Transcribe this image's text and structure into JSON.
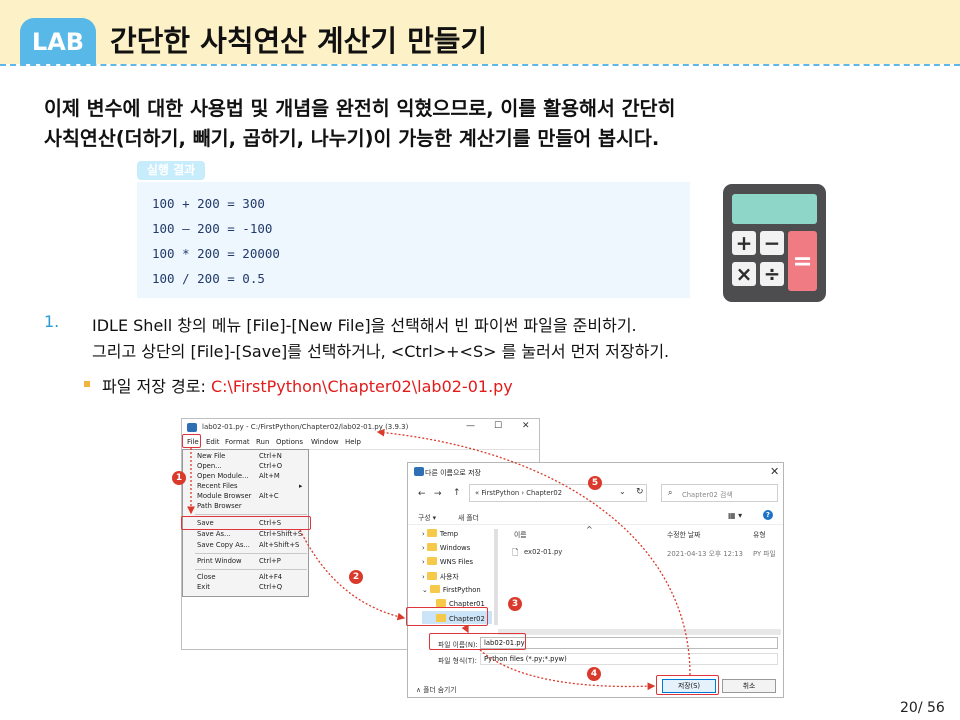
{
  "header": {
    "badge": "LAB",
    "title": "간단한 사칙연산 계산기 만들기"
  },
  "intro": {
    "line1": "이제 변수에 대한 사용법 및 개념을 완전히 익혔으므로, 이를 활용해서 간단히",
    "line2": "사칙연산(더하기, 빼기, 곱하기, 나누기)이 가능한 계산기를 만들어 봅시다."
  },
  "result": {
    "tag": "실행 결과",
    "lines": [
      "100 + 200 = 300",
      "100 – 200 = -100",
      "100 * 200 = 20000",
      "100 / 200 = 0.5"
    ]
  },
  "calculator": {
    "plus": "+",
    "minus": "−",
    "times": "×",
    "divide": "÷",
    "equals": "=",
    "screen_color": "#8dd6c8",
    "key_color": "#f07b83"
  },
  "step": {
    "num": "1.",
    "line1": "IDLE Shell 창의 메뉴 [File]-[New File]을 선택해서 빈 파이썬 파일을 준비하기.",
    "line2": "그리고 상단의 [File]-[Save]를 선택하거나, <Ctrl>+<S> 를 눌러서 먼저 저장하기.",
    "path_label": "파일 저장 경로: ",
    "path_value": "C:\\FirstPython\\Chapter02\\lab02-01.py"
  },
  "idle": {
    "title": "lab02-01.py - C:/FirstPython/Chapter02/lab02-01.py (3.9.3)",
    "min": "—",
    "max": "☐",
    "close": "✕",
    "menus": [
      "File",
      "Edit",
      "Format",
      "Run",
      "Options",
      "Window",
      "Help"
    ],
    "items": [
      {
        "label": "New File",
        "shortcut": "Ctrl+N"
      },
      {
        "label": "Open...",
        "shortcut": "Ctrl+O"
      },
      {
        "label": "Open Module...",
        "shortcut": "Alt+M"
      },
      {
        "label": "Recent Files",
        "shortcut": "▸"
      },
      {
        "label": "Module Browser",
        "shortcut": "Alt+C"
      },
      {
        "label": "Path Browser",
        "shortcut": ""
      },
      {
        "label": "Save",
        "shortcut": "Ctrl+S"
      },
      {
        "label": "Save As...",
        "shortcut": "Ctrl+Shift+S"
      },
      {
        "label": "Save Copy As...",
        "shortcut": "Alt+Shift+S"
      },
      {
        "label": "Print Window",
        "shortcut": "Ctrl+P"
      },
      {
        "label": "Close",
        "shortcut": "Alt+F4"
      },
      {
        "label": "Exit",
        "shortcut": "Ctrl+Q"
      }
    ]
  },
  "dialog": {
    "title": "다른 이름으로 저장",
    "close": "✕",
    "breadcrumb": "«  FirstPython  ›  Chapter02",
    "search_placeholder": "Chapter02 검색",
    "organize": "구성 ▾",
    "new_folder": "새 폴더",
    "col_name": "이름",
    "col_modified": "수정한 날짜",
    "col_type": "유형",
    "file_name": "ex02-01.py",
    "file_date": "2021-04-13 오후 12:13",
    "file_type": "PY 파일",
    "tree": [
      "Temp",
      "Windows",
      "WNS Files",
      "사용자",
      "FirstPython",
      "Chapter01",
      "Chapter02"
    ],
    "filename_label": "파일 이름(N):",
    "filename_value": "lab02-01.py",
    "filetype_label": "파일 형식(T):",
    "filetype_value": "Python files (*.py;*.pyw)",
    "hide_folders": "∧ 폴더 숨기기",
    "save_btn": "저장(S)",
    "cancel_btn": "취소"
  },
  "badges": [
    "1",
    "2",
    "3",
    "4",
    "5"
  ],
  "page": "20/ 56"
}
